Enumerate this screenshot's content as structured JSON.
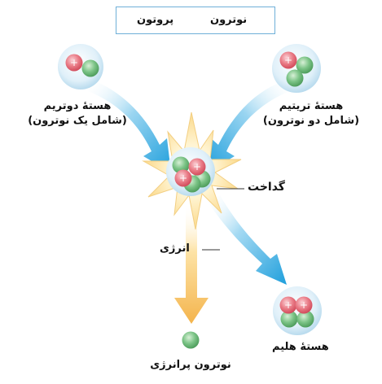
{
  "legend": {
    "neutron": "نوترون",
    "proton": "پروتون"
  },
  "labels": {
    "deuterium_line1": "هستهٔ دوتریم",
    "deuterium_line2": "(شامل یک نوترون)",
    "tritium_line1": "هستهٔ تریتیم",
    "tritium_line2": "(شامل دو نوترون)",
    "fusion": "گداخت",
    "energy": "انرژی",
    "helium": "هستهٔ هلیم",
    "neutron_energetic": "نوترون پرانرژی"
  },
  "colors": {
    "proton": "#e8707c",
    "neutron": "#6dbf7a",
    "nucleus_halo": "#d5ebf7",
    "arrow_blue": "#2aa9e0",
    "arrow_yellow": "#f6c060",
    "star": "#fbe4a6",
    "legend_border": "#6fb0d8"
  },
  "icons": {
    "proton_symbol": "+"
  }
}
